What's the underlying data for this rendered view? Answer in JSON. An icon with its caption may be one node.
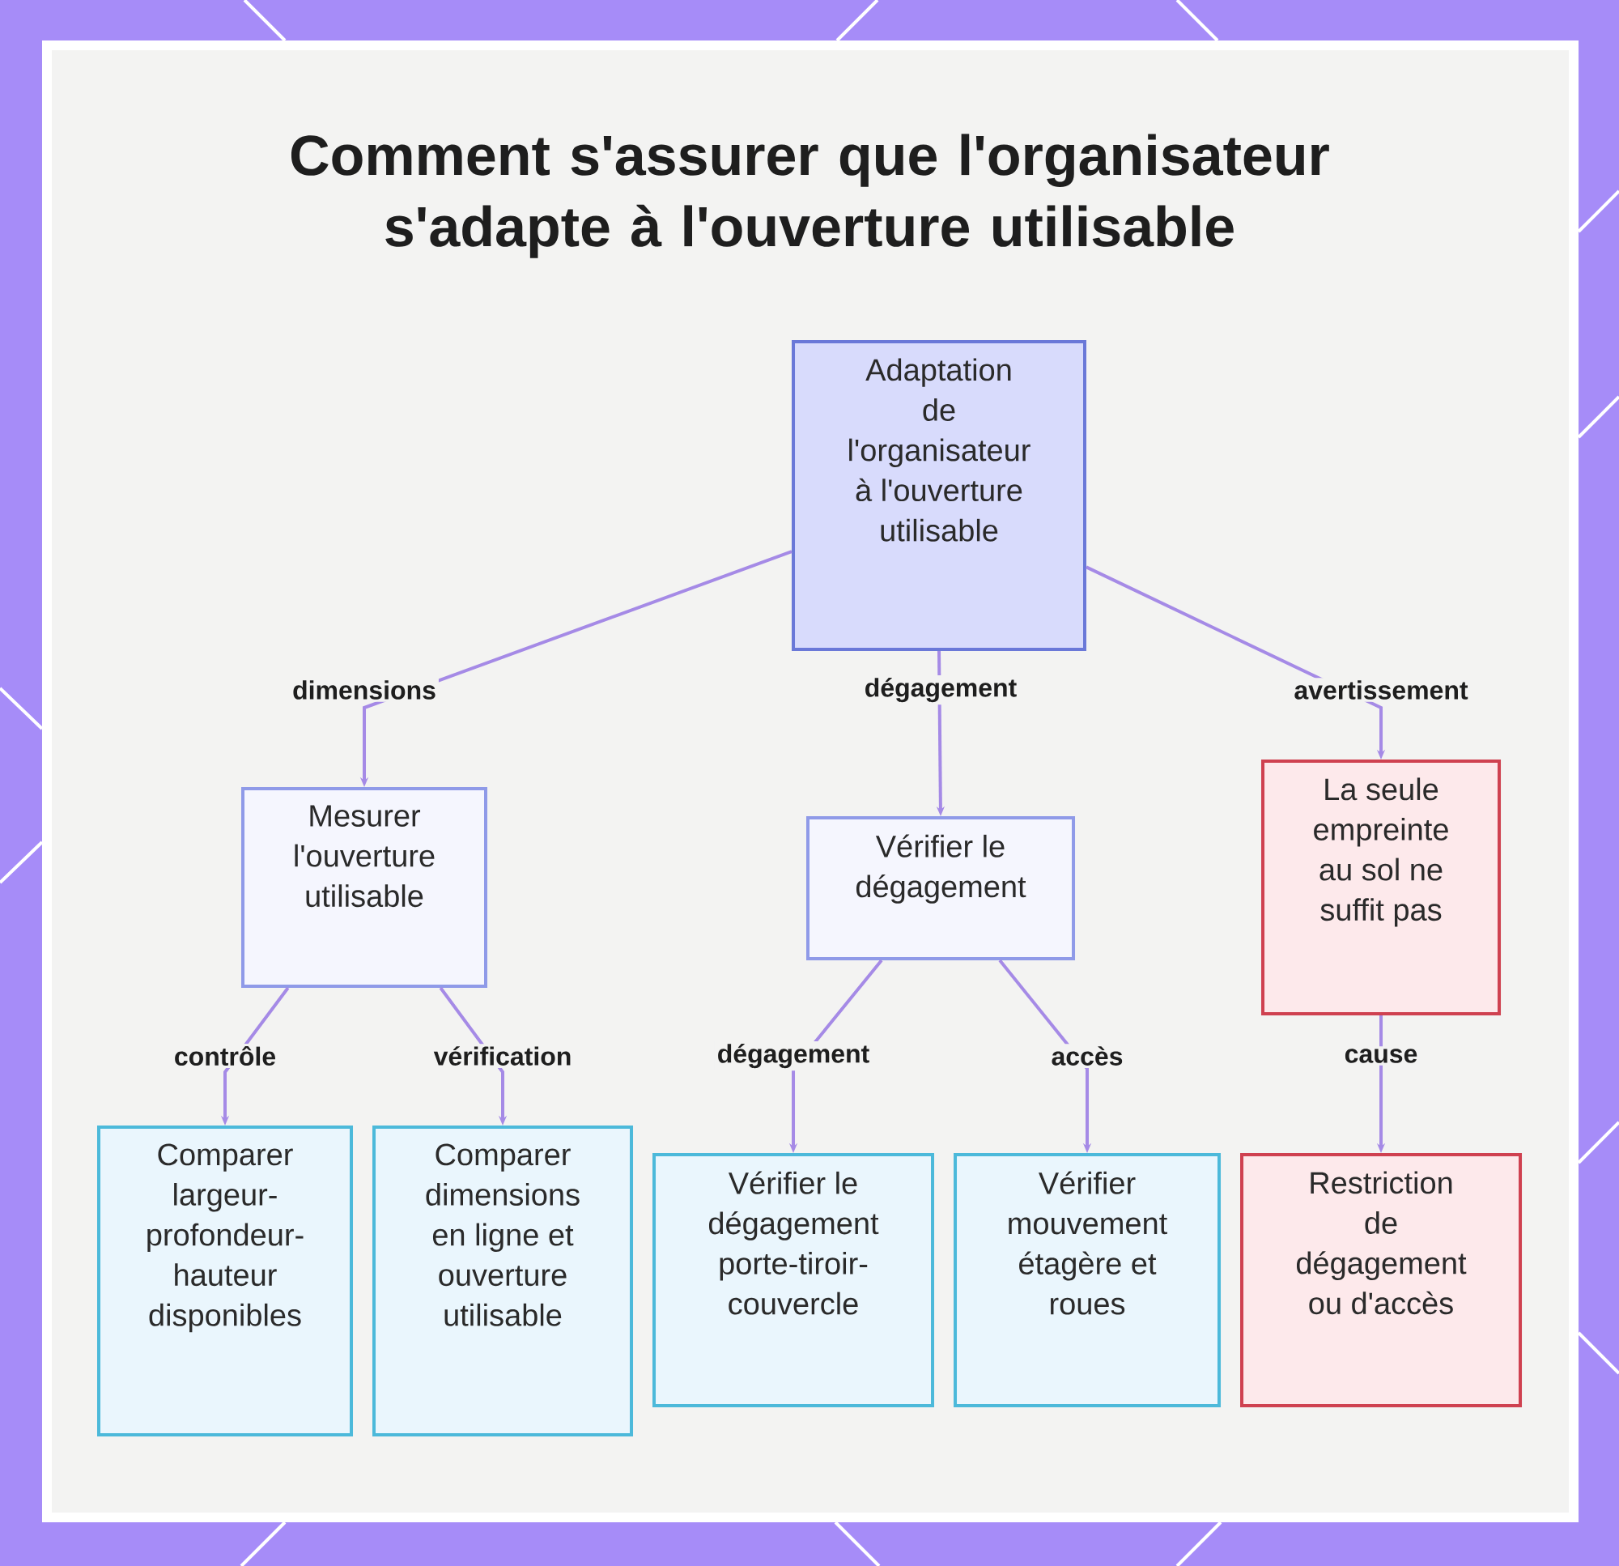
{
  "diagram": {
    "title": "Comment s'assurer que l'organisateur s'adapte à l'ouverture utilisable",
    "nodes": [
      {
        "text": [
          "Adaptation de l'organisateur à l'ouverture utilisable"
        ]
      },
      {
        "text": [
          "Mesurer l'ouverture utilisable"
        ]
      },
      {
        "text": [
          "Vérifier le dégagement"
        ]
      },
      {
        "text": [
          "La seule empreinte au sol ne suffit pas"
        ]
      },
      {
        "text": [
          "Comparer largeur-profondeur-hauteur disponibles"
        ]
      },
      {
        "text": [
          "Comparer dimensions en ligne et ouverture utilisable"
        ]
      },
      {
        "text": [
          "Vérifier le dégagement porte-tiroir-couvercle"
        ]
      },
      {
        "text": [
          "Vérifier mouvement étagère et roues"
        ]
      },
      {
        "text": [
          "Restriction de dégagement ou d'accès"
        ]
      }
    ],
    "edges": [
      {
        "from": 0,
        "to": 1,
        "arrow": "to",
        "label": "dimensions"
      },
      {
        "from": 0,
        "to": 2,
        "arrow": "to",
        "label": "dégagement"
      },
      {
        "from": 0,
        "to": 3,
        "arrow": "to",
        "label": "avertissement"
      },
      {
        "from": 1,
        "to": 4,
        "arrow": "to",
        "label": "contrôle"
      },
      {
        "from": 1,
        "to": 5,
        "arrow": "to",
        "label": "vérification"
      },
      {
        "from": 2,
        "to": 6,
        "arrow": "to",
        "label": "dégagement"
      },
      {
        "from": 2,
        "to": 7,
        "arrow": "to",
        "label": "accès"
      },
      {
        "from": 3,
        "to": 8,
        "arrow": "to",
        "label": "cause"
      }
    ]
  }
}
